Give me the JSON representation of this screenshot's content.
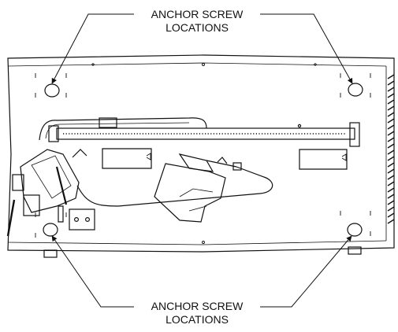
{
  "callouts": {
    "top": {
      "line1": "ANCHOR SCREW",
      "line2": "LOCATIONS"
    },
    "bottom": {
      "line1": "ANCHOR SCREW",
      "line2": "LOCATIONS"
    }
  },
  "colors": {
    "ink": "#111111",
    "paper": "#ffffff"
  },
  "icons": [
    "anchor-screw-hole-icon",
    "leader-arrow-icon",
    "gas-valve-icon",
    "burner-tube-icon",
    "igniter-icon",
    "vent-louver-icon"
  ]
}
